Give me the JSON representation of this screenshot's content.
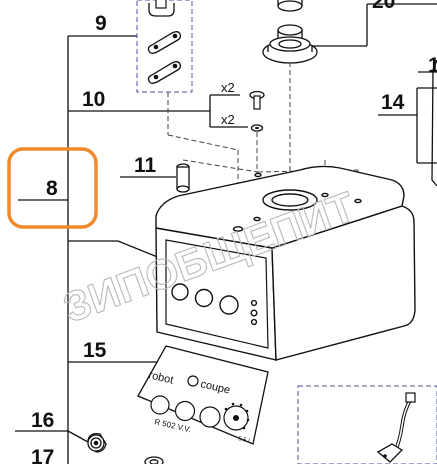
{
  "diagram": {
    "callouts": [
      {
        "id": "part-9",
        "text": "9"
      },
      {
        "id": "part-10",
        "text": "10"
      },
      {
        "id": "part-11",
        "text": "11"
      },
      {
        "id": "part-8",
        "text": "8"
      },
      {
        "id": "part-14",
        "text": "14"
      },
      {
        "id": "part-15",
        "text": "15"
      },
      {
        "id": "part-16",
        "text": "16"
      },
      {
        "id": "part-17",
        "text": "17"
      },
      {
        "id": "part-20",
        "text": "20"
      },
      {
        "id": "part-1x",
        "text": "1"
      }
    ],
    "quantities": {
      "q1": "x2",
      "q2": "x2"
    },
    "highlight_color": "#f08a2c",
    "watermark": "ЗИПОБЩЕПИТ",
    "plate": {
      "brand_left": "robot",
      "brand_right": "coupe",
      "model": "R 502 V.V.",
      "code": "5.5 L"
    }
  }
}
